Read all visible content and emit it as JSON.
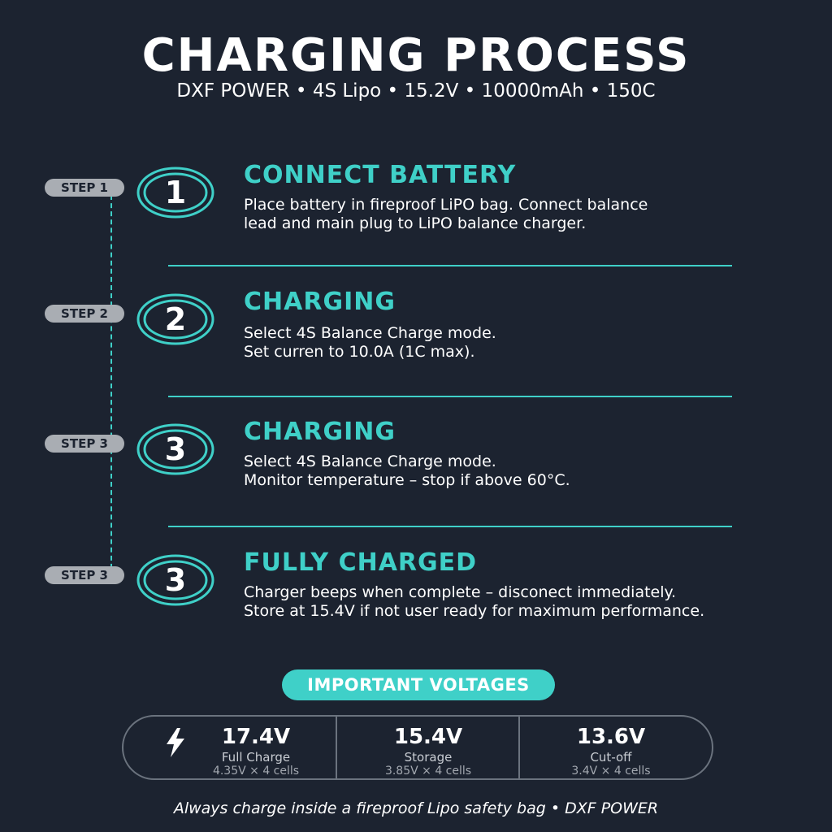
{
  "header": {
    "title": "CHARGING PROCESS",
    "subtitle": "DXF POWER • 4S Lipo • 15.2V • 10000mAh • 150C"
  },
  "steps": [
    {
      "pill": "STEP 1",
      "number": "1",
      "heading": "CONNECT BATTERY",
      "line1": "Place battery in fireproof LiPO bag. Connect balance",
      "line2": "lead and main plug to LiPO balance charger."
    },
    {
      "pill": "STEP 2",
      "number": "2",
      "heading": "CHARGING",
      "line1": "Select 4S Balance Charge mode.",
      "line2": "Set curren to 10.0A (1C max)."
    },
    {
      "pill": "STEP 3",
      "number": "3",
      "heading": "CHARGING",
      "line1": "Select 4S Balance Charge mode.",
      "line2": "Monitor temperature – stop if above 60°C."
    },
    {
      "pill": "STEP 3",
      "number": "3",
      "heading": "FULLY CHARGED",
      "line1": "Charger beeps when complete – disconect immediately.",
      "line2": "Store at 15.4V if not user ready for maximum performance."
    }
  ],
  "voltages": {
    "badge": "IMPORTANT VOLTAGES",
    "items": [
      {
        "value": "17.4V",
        "label": "Full Charge",
        "cells": "4.35V × 4 cells",
        "icon": "lightning-bolt-icon"
      },
      {
        "value": "15.4V",
        "label": "Storage",
        "cells": "3.85V × 4 cells"
      },
      {
        "value": "13.6V",
        "label": "Cut-off",
        "cells": "3.4V × 4 cells"
      }
    ]
  },
  "footer": "Always charge inside a fireproof Lipo safety bag • DXF POWER",
  "colors": {
    "background": "#1c2330",
    "accent": "#3fd0c8",
    "pill": "#a9adb3"
  }
}
